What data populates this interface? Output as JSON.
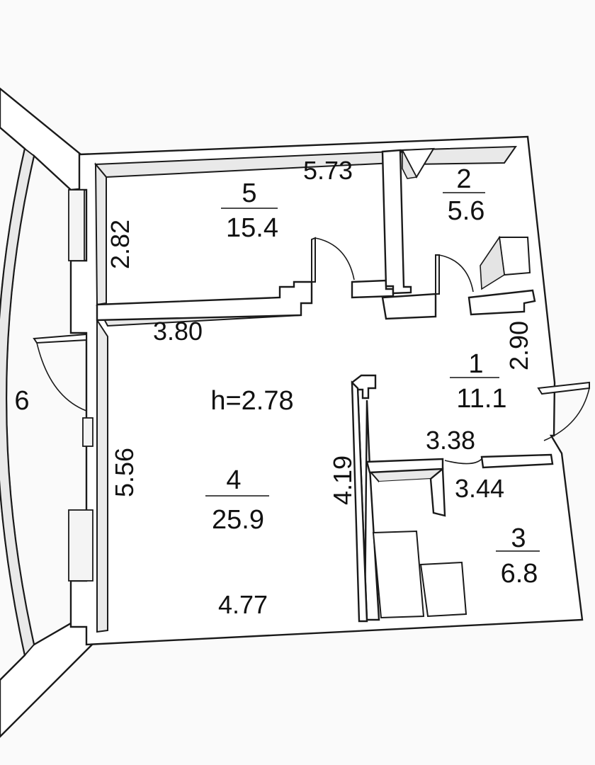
{
  "ceiling_height": "h=2.78",
  "rooms": [
    {
      "id": "1",
      "number": "1",
      "area": "11.1"
    },
    {
      "id": "2",
      "number": "2",
      "area": "5.6"
    },
    {
      "id": "3",
      "number": "3",
      "area": "6.8"
    },
    {
      "id": "4",
      "number": "4",
      "area": "25.9"
    },
    {
      "id": "5",
      "number": "5",
      "area": "15.4"
    },
    {
      "id": "6",
      "number": "6",
      "area": ""
    }
  ],
  "dimensions": {
    "room5_top": "5.73",
    "room5_left": "2.82",
    "room4_top": "3.80",
    "room4_left": "5.56",
    "room4_bottom": "4.77",
    "room4_right": "4.19",
    "room1_right": "2.90",
    "room1_bottom": "3.38",
    "room3_top": "3.44"
  }
}
